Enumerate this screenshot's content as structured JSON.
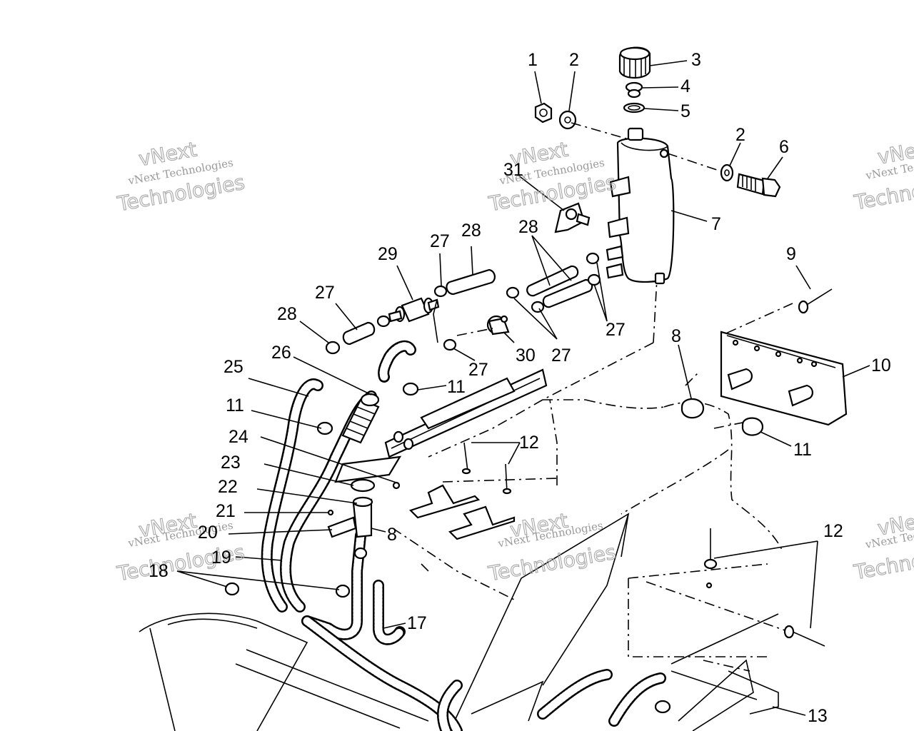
{
  "watermark": {
    "line1": "vNext",
    "line2": "vNext Technologies",
    "line3": "Technologies"
  },
  "callouts": [
    {
      "id": "c1",
      "text": "1"
    },
    {
      "id": "c2a",
      "text": "2"
    },
    {
      "id": "c3",
      "text": "3"
    },
    {
      "id": "c4",
      "text": "4"
    },
    {
      "id": "c5",
      "text": "5"
    },
    {
      "id": "c2b",
      "text": "2"
    },
    {
      "id": "c6",
      "text": "6"
    },
    {
      "id": "c7",
      "text": "7"
    },
    {
      "id": "c31",
      "text": "31"
    },
    {
      "id": "c28a",
      "text": "28"
    },
    {
      "id": "c27a",
      "text": "27"
    },
    {
      "id": "c29",
      "text": "29"
    },
    {
      "id": "c28b",
      "text": "28"
    },
    {
      "id": "c27b",
      "text": "27"
    },
    {
      "id": "c28c",
      "text": "28"
    },
    {
      "id": "c9",
      "text": "9"
    },
    {
      "id": "c27c",
      "text": "27"
    },
    {
      "id": "c26",
      "text": "26"
    },
    {
      "id": "c30",
      "text": "30"
    },
    {
      "id": "c27d",
      "text": "27"
    },
    {
      "id": "c27e",
      "text": "27"
    },
    {
      "id": "c8a",
      "text": "8"
    },
    {
      "id": "c10",
      "text": "10"
    },
    {
      "id": "c25",
      "text": "25"
    },
    {
      "id": "c11a",
      "text": "11"
    },
    {
      "id": "c11b",
      "text": "11"
    },
    {
      "id": "c24",
      "text": "24"
    },
    {
      "id": "c12a",
      "text": "12"
    },
    {
      "id": "c11c",
      "text": "11"
    },
    {
      "id": "c23",
      "text": "23"
    },
    {
      "id": "c22",
      "text": "22"
    },
    {
      "id": "c21",
      "text": "21"
    },
    {
      "id": "c8b",
      "text": "8"
    },
    {
      "id": "c20",
      "text": "20"
    },
    {
      "id": "c19",
      "text": "19"
    },
    {
      "id": "c12b",
      "text": "12"
    },
    {
      "id": "c18",
      "text": "18"
    },
    {
      "id": "c17",
      "text": "17"
    },
    {
      "id": "c13",
      "text": "13"
    }
  ]
}
